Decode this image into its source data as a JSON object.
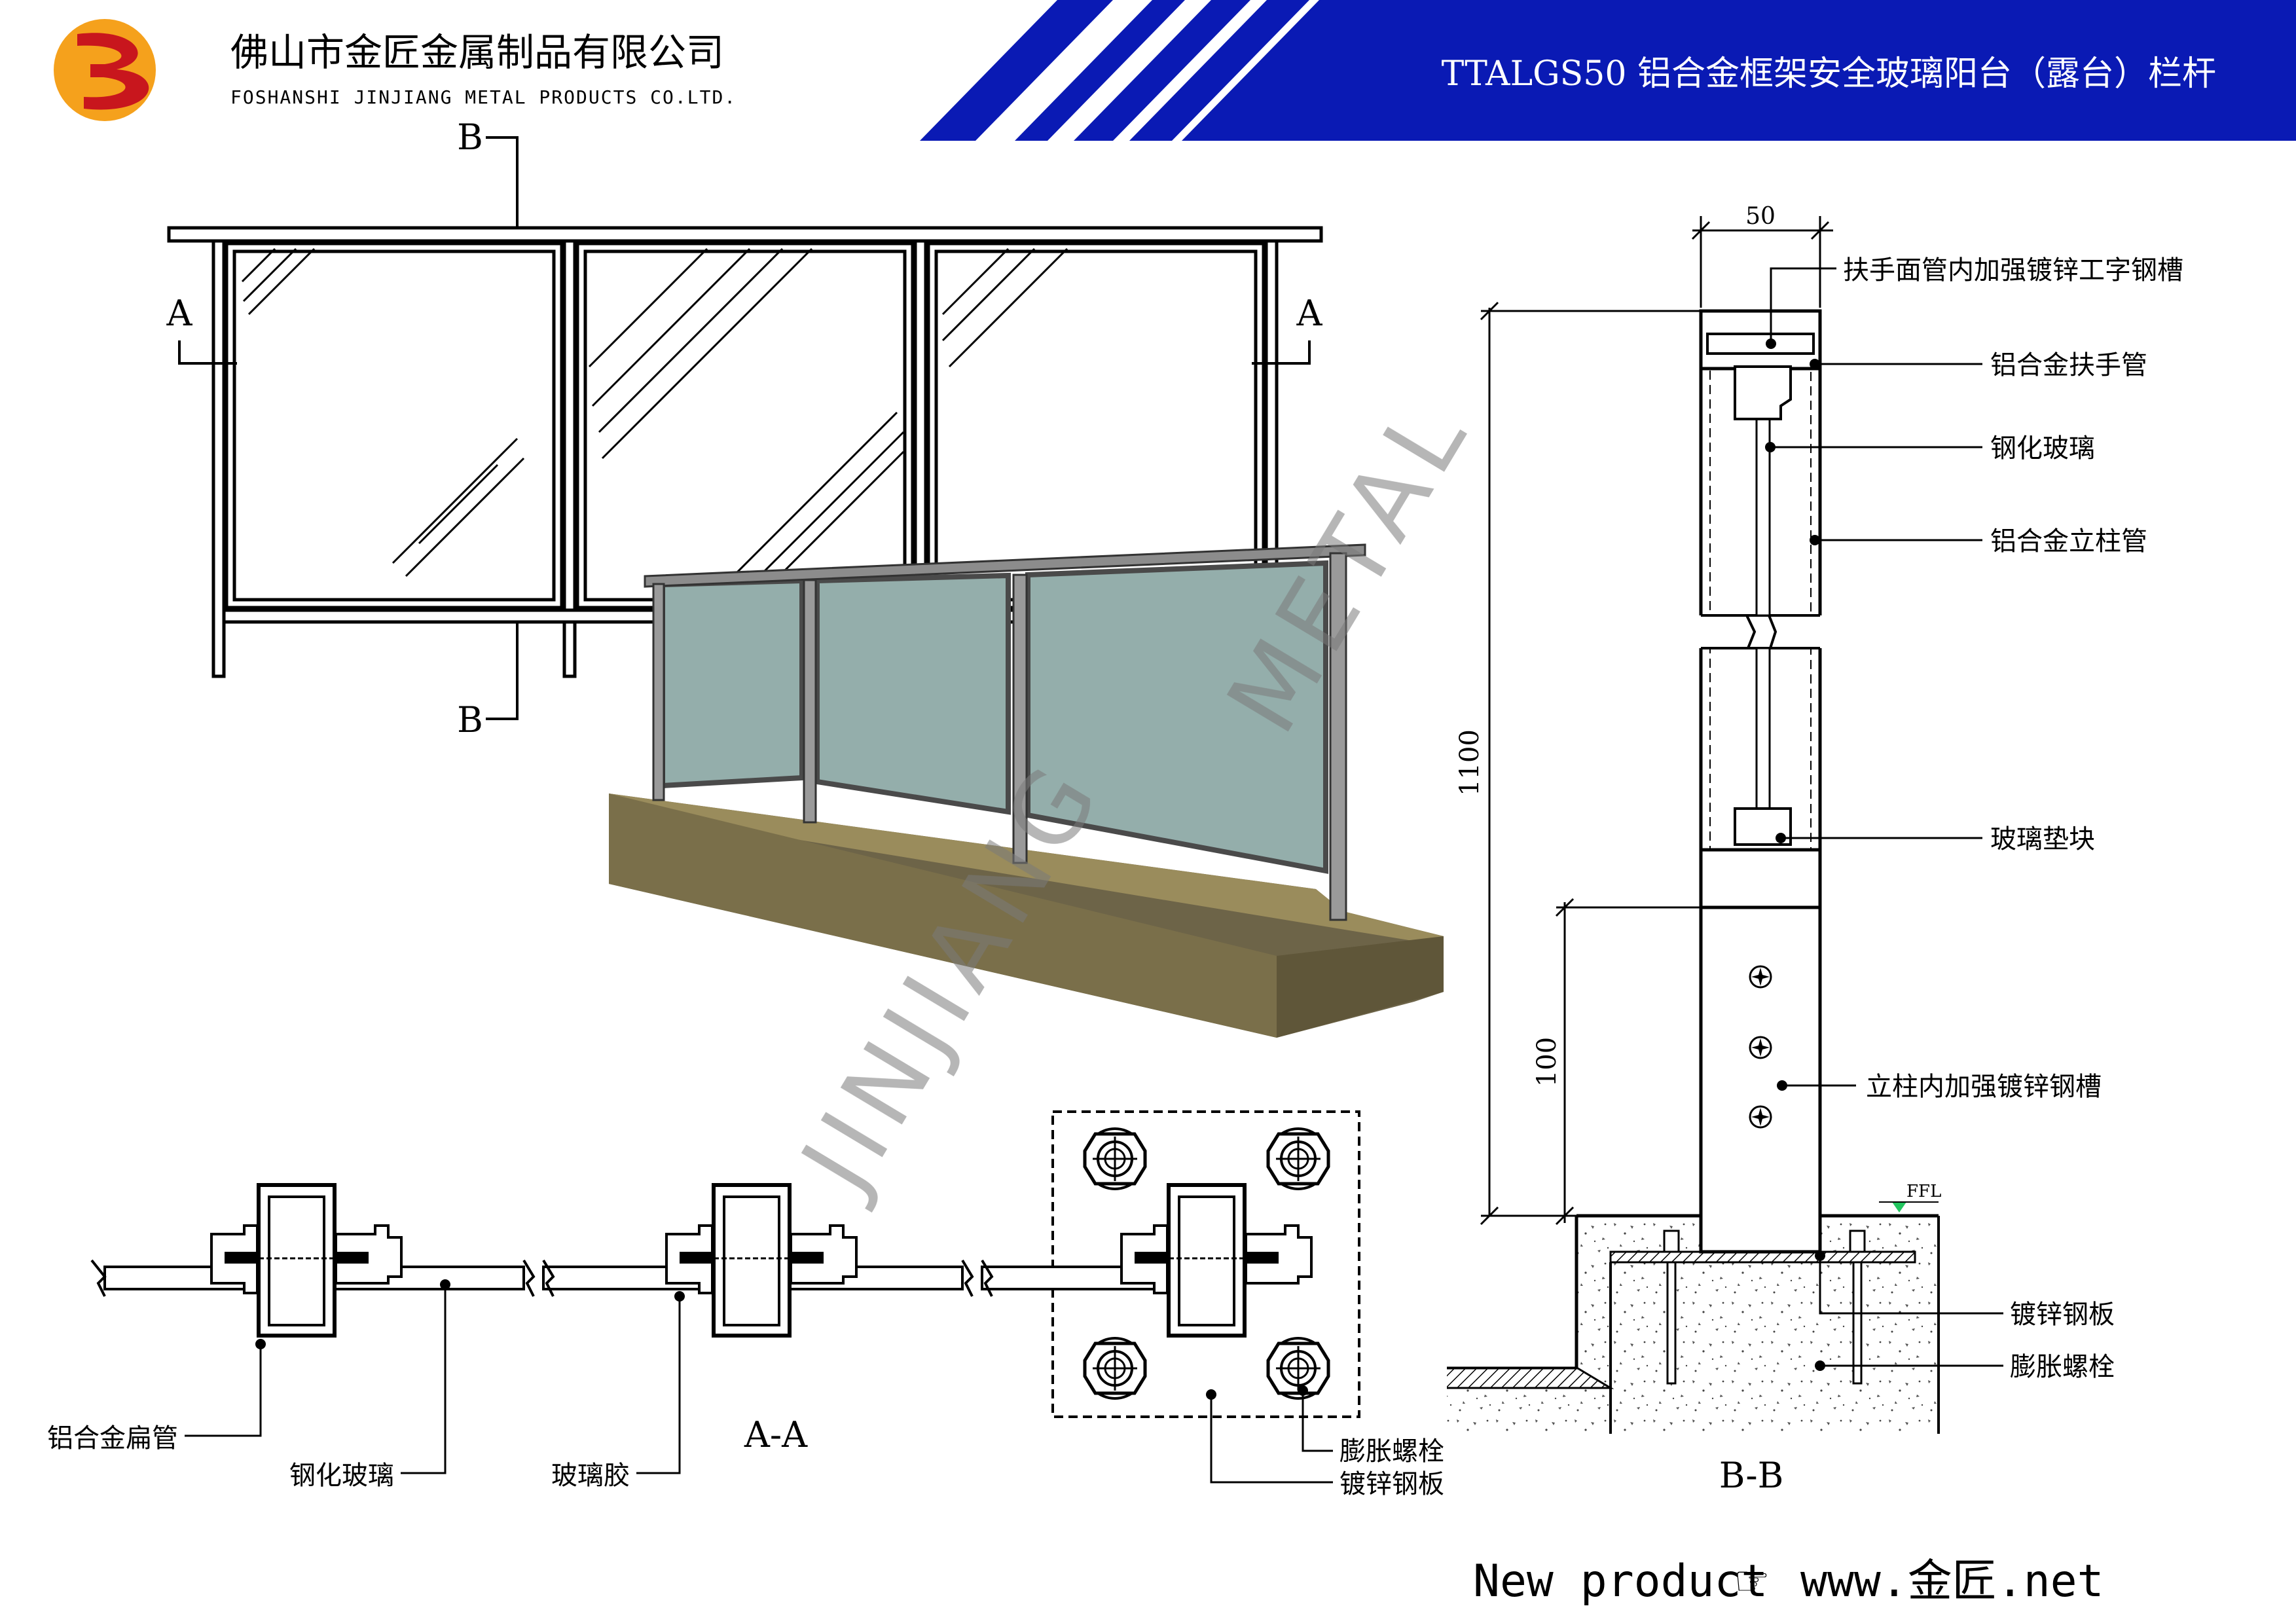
{
  "header": {
    "company_cn": "佛山市金匠金属制品有限公司",
    "company_en": "FOSHANSHI JINJIANG METAL PRODUCTS CO.LTD.",
    "title": "TTALGS50 铝合金框架安全玻璃阳台（露台）栏杆",
    "colors": {
      "banner": "#0a1ab4",
      "logo_orange": "#f5a11c",
      "logo_red": "#c8161d"
    }
  },
  "watermark": {
    "line1": "JINJIANG",
    "line2": "METAL"
  },
  "elevation": {
    "section_b": "B",
    "section_a": "A"
  },
  "plan_view": {
    "label": "A-A",
    "callouts": {
      "flat_tube": "铝合金扁管",
      "tempered_glass": "钢化玻璃",
      "glass_glue": "玻璃胶",
      "expansion_bolt": "膨胀螺栓",
      "galv_plate": "镀锌钢板"
    }
  },
  "section_view": {
    "label": "B-B",
    "dim_width": "50",
    "dim_total": "1100",
    "dim_base": "100",
    "ffl": "FFL",
    "callouts": {
      "handrail_reinforce": "扶手面管内加强镀锌工字钢槽",
      "handrail": "铝合金扶手管",
      "glass": "钢化玻璃",
      "post": "铝合金立柱管",
      "glass_block": "玻璃垫块",
      "post_reinforce": "立柱内加强镀锌钢槽",
      "galv_plate": "镀锌钢板",
      "expansion_bolt": "膨胀螺栓"
    }
  },
  "footer": {
    "prefix": "New product",
    "hand_icon": "pointing-hand-icon",
    "url": "www.金匠.net"
  }
}
